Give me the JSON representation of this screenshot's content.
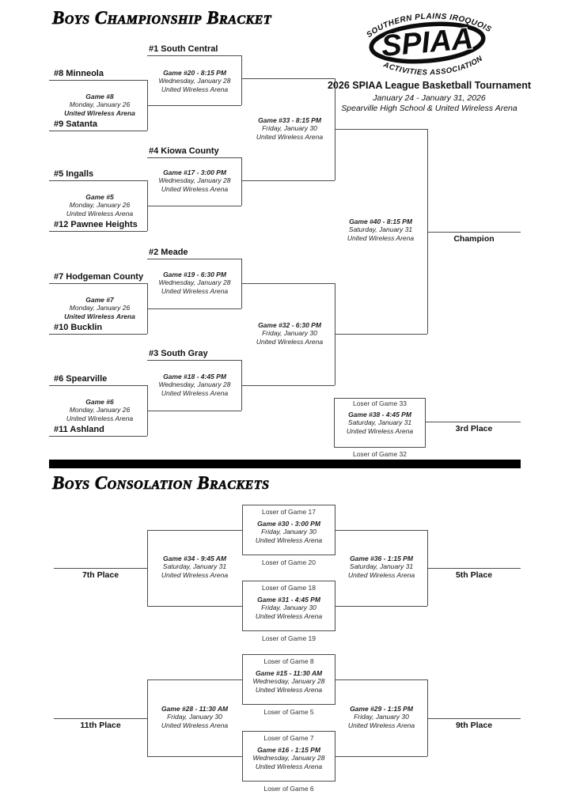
{
  "titles": {
    "championship": "Boys Championship Bracket",
    "consolation": "Boys Consolation Brackets"
  },
  "logo": {
    "arc_top": "SOUTHERN PLAINS IROQUOIS",
    "acronym": "SPIAA",
    "arc_bottom": "ACTIVITIES ASSOCIATION"
  },
  "tournament": {
    "title": "2026 SPIAA League Basketball Tournament",
    "dates": "January 24 - January 31, 2026",
    "venues": "Spearville High School & United Wireless Arena"
  },
  "championship": {
    "teams": {
      "south_central": "#1 South Central",
      "meade": "#2 Meade",
      "south_gray": "#3 South Gray",
      "kiowa_county": "#4 Kiowa County",
      "ingalls": "#5 Ingalls",
      "spearville": "#6 Spearville",
      "hodgeman_county": "#7 Hodgeman County",
      "minneola": "#8 Minneola",
      "satanta": "#9 Satanta",
      "bucklin": "#10 Bucklin",
      "ashland": "#11 Ashland",
      "pawnee_heights": "#12 Pawnee Heights"
    },
    "games": {
      "g8": {
        "title": "Game #8",
        "date": "Monday, January 26",
        "venue": "United Wireless Arena"
      },
      "g5": {
        "title": "Game #5",
        "date": "Monday, January 26",
        "venue": "United Wireless Arena"
      },
      "g7": {
        "title": "Game #7",
        "date": "Monday, January 26",
        "venue": "United Wireless Arena"
      },
      "g6": {
        "title": "Game #6",
        "date": "Monday, January 26",
        "venue": "United Wireless Arena"
      },
      "g20": {
        "title": "Game #20 - 8:15 PM",
        "date": "Wednesday, January 28",
        "venue": "United Wireless Arena"
      },
      "g17": {
        "title": "Game #17 - 3:00 PM",
        "date": "Wednesday, January 28",
        "venue": "United Wireless Arena"
      },
      "g19": {
        "title": "Game #19 - 6:30 PM",
        "date": "Wednesday, January 28",
        "venue": "United Wireless Arena"
      },
      "g18": {
        "title": "Game #18 - 4:45 PM",
        "date": "Wednesday, January 28",
        "venue": "United Wireless Arena"
      },
      "g33": {
        "title": "Game #33 - 8:15 PM",
        "date": "Friday, January 30",
        "venue": "United Wireless Arena"
      },
      "g32": {
        "title": "Game #32 - 6:30 PM",
        "date": "Friday, January 30",
        "venue": "United Wireless Arena"
      },
      "g40": {
        "title": "Game #40 - 8:15 PM",
        "date": "Saturday, January 31",
        "venue": "United Wireless Arena"
      },
      "g38": {
        "title": "Game #38 - 4:45 PM",
        "date": "Saturday, January 31",
        "venue": "United Wireless Arena"
      }
    },
    "feeders": {
      "loser33": "Loser of Game 33",
      "loser32": "Loser of Game 32"
    },
    "placements": {
      "champion": "Champion",
      "third": "3rd Place"
    }
  },
  "consolation": {
    "games": {
      "g30": {
        "title": "Game #30 - 3:00 PM",
        "date": "Friday, January 30",
        "venue": "United Wireless Arena"
      },
      "g31": {
        "title": "Game #31 - 4:45 PM",
        "date": "Friday, January 30",
        "venue": "United Wireless Arena"
      },
      "g34": {
        "title": "Game #34 - 9:45 AM",
        "date": "Saturday, January 31",
        "venue": "United Wireless Arena"
      },
      "g36": {
        "title": "Game #36 - 1:15 PM",
        "date": "Saturday, January 31",
        "venue": "United Wireless Arena"
      },
      "g15": {
        "title": "Game #15 - 11:30 AM",
        "date": "Wednesday, January 28",
        "venue": "United Wireless Arena"
      },
      "g16": {
        "title": "Game #16 - 1:15 PM",
        "date": "Wednesday, January 28",
        "venue": "United Wireless Arena"
      },
      "g28": {
        "title": "Game #28 - 11:30 AM",
        "date": "Friday, January 30",
        "venue": "United Wireless Arena"
      },
      "g29": {
        "title": "Game #29 - 1:15 PM",
        "date": "Friday, January 30",
        "venue": "United Wireless Arena"
      }
    },
    "feeders": {
      "loser17": "Loser of Game 17",
      "loser20": "Loser of Game 20",
      "loser18": "Loser of Game 18",
      "loser19": "Loser of Game 19",
      "loser8": "Loser of Game 8",
      "loser5": "Loser of Game 5",
      "loser7": "Loser of Game 7",
      "loser6": "Loser of Game 6"
    },
    "placements": {
      "fifth": "5th Place",
      "seventh": "7th Place",
      "ninth": "9th Place",
      "eleventh": "11th Place"
    }
  },
  "colors": {
    "line": "#4d4d4d",
    "text": "#111111",
    "divider": "#000000"
  }
}
